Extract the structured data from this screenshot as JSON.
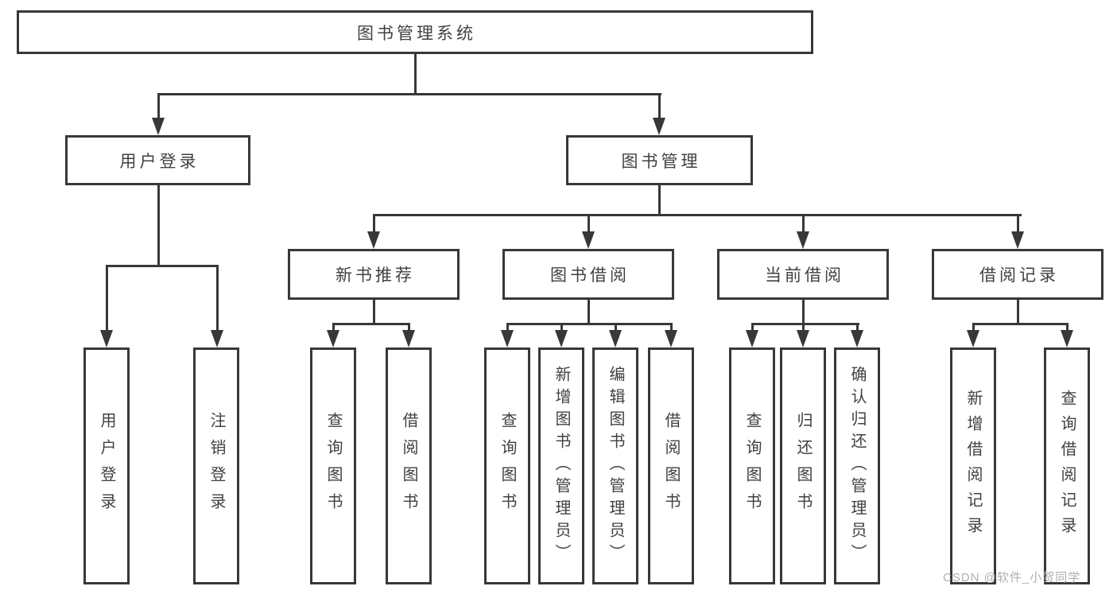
{
  "diagram": {
    "type": "hierarchy-tree",
    "tree": {
      "label": "图书管理系统",
      "children": [
        {
          "label": "用户登录",
          "children": [
            {
              "label": "用户登录"
            },
            {
              "label": "注销登录"
            }
          ]
        },
        {
          "label": "图书管理",
          "children": [
            {
              "label": "新书推荐",
              "children": [
                {
                  "label": "查询图书"
                },
                {
                  "label": "借阅图书"
                }
              ]
            },
            {
              "label": "图书借阅",
              "children": [
                {
                  "label": "查询图书"
                },
                {
                  "label": "新增图书（管理员）"
                },
                {
                  "label": "编辑图书（管理员）"
                },
                {
                  "label": "借阅图书"
                }
              ]
            },
            {
              "label": "当前借阅",
              "children": [
                {
                  "label": "查询图书"
                },
                {
                  "label": "归还图书"
                },
                {
                  "label": "确认归还（管理员）"
                }
              ]
            },
            {
              "label": "借阅记录",
              "children": [
                {
                  "label": "新增借阅记录"
                },
                {
                  "label": "查询借阅记录"
                }
              ]
            }
          ]
        }
      ]
    },
    "watermark": "CSDN @软件_小贺同学",
    "colors": {
      "line": "#383838",
      "text": "#414141",
      "background": "#ffffff",
      "watermark": "#b0b0b0"
    }
  }
}
